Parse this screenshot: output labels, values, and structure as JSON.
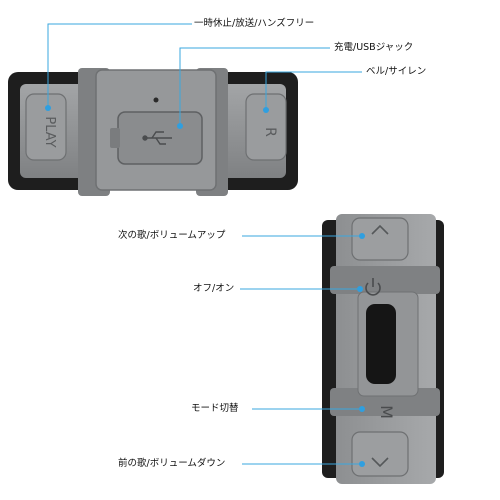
{
  "callouts": {
    "play_pause": "一時休止/放送/ハンズフリー",
    "charging": "充電/USBジャック",
    "bell": "ベル/サイレン",
    "next": "次の歌/ボリュームアップ",
    "power": "オフ/オン",
    "mode": "モード切替",
    "prev": "前の歌/ボリュームダウン"
  },
  "device": {
    "side_button_left_glyph": "PLAY",
    "side_button_right_glyph": "R",
    "mode_glyph": "M",
    "up_glyph": "^",
    "down_glyph": "v"
  },
  "colors": {
    "rubber": "#8f9193",
    "rubber_light": "#a4a6a8",
    "body": "#1e1e1e",
    "callout_line": "#3aa7df",
    "callout_dot": "#2f9fe0"
  }
}
